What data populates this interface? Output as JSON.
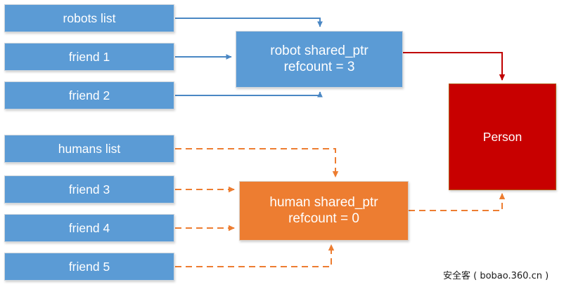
{
  "diagram": {
    "title_watermark": "安全客 ( bobao.360.cn )",
    "colors": {
      "blue": "#5B9BD5",
      "orange": "#ED7D31",
      "red": "#C80000",
      "background": "#FFFFFF"
    },
    "robot_group": {
      "list_boxes": [
        {
          "label": "robots list"
        },
        {
          "label": "friend 1"
        },
        {
          "label": "friend 2"
        }
      ],
      "pointer_box": {
        "line1": "robot shared_ptr",
        "line2": "refcount = 3",
        "refcount": 3
      }
    },
    "human_group": {
      "list_boxes": [
        {
          "label": "humans list"
        },
        {
          "label": "friend 3"
        },
        {
          "label": "friend 4"
        },
        {
          "label": "friend 5"
        }
      ],
      "pointer_box": {
        "line1": "human shared_ptr",
        "line2": "refcount = 0",
        "refcount": 0
      }
    },
    "object_box": {
      "label": "Person"
    }
  }
}
